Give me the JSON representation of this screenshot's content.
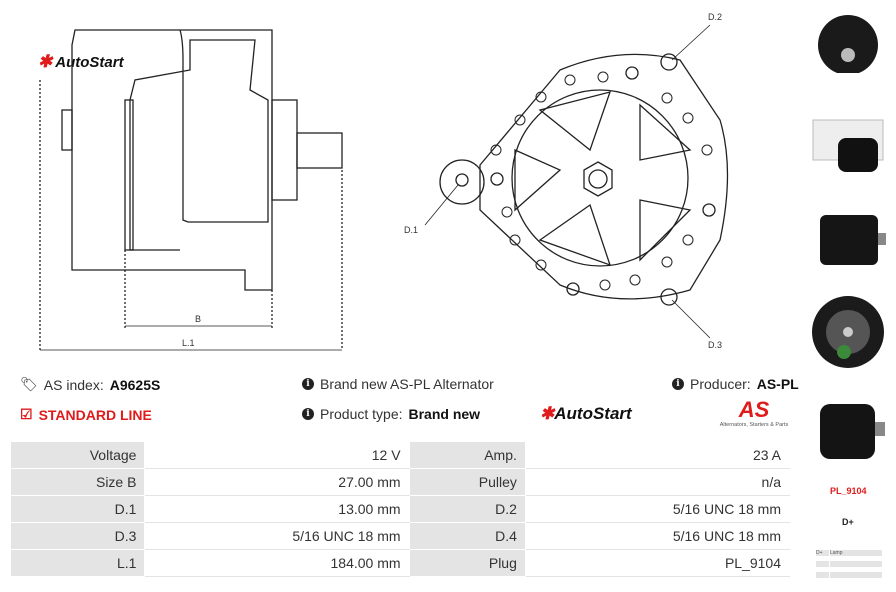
{
  "logo": {
    "text": "AutoStart"
  },
  "drawing": {
    "label_b": "B",
    "label_l1": "L.1",
    "label_d1": "D.1",
    "label_d2": "D.2",
    "label_d3": "D.3"
  },
  "info": {
    "as_index_label": "AS index:",
    "as_index_value": "A9625S",
    "line": "STANDARD LINE",
    "desc": "Brand new AS-PL Alternator",
    "type_label": "Product type:",
    "type_value": "Brand new",
    "producer_label": "Producer:",
    "producer_value": "AS-PL",
    "brand_logo": "AS",
    "brand_tagline": "Alternators, Starters & Parts"
  },
  "specs": [
    [
      "Voltage",
      "12 V",
      "Amp.",
      "23 A"
    ],
    [
      "Size B",
      "27.00 mm",
      "Pulley",
      "n/a"
    ],
    [
      "D.1",
      "13.00 mm",
      "D.2",
      "5/16 UNC 18 mm"
    ],
    [
      "D.3",
      "5/16 UNC 18 mm",
      "D.4",
      "5/16 UNC 18 mm"
    ],
    [
      "L.1",
      "184.00 mm",
      "Plug",
      "PL_9104"
    ]
  ],
  "watermark": "AutoStart",
  "sidebar": {
    "plug_code": "PL_9104",
    "terminal": "D+",
    "pin_table": [
      [
        "D+",
        "Lamp"
      ],
      [
        "",
        ""
      ],
      [
        "",
        ""
      ]
    ]
  }
}
